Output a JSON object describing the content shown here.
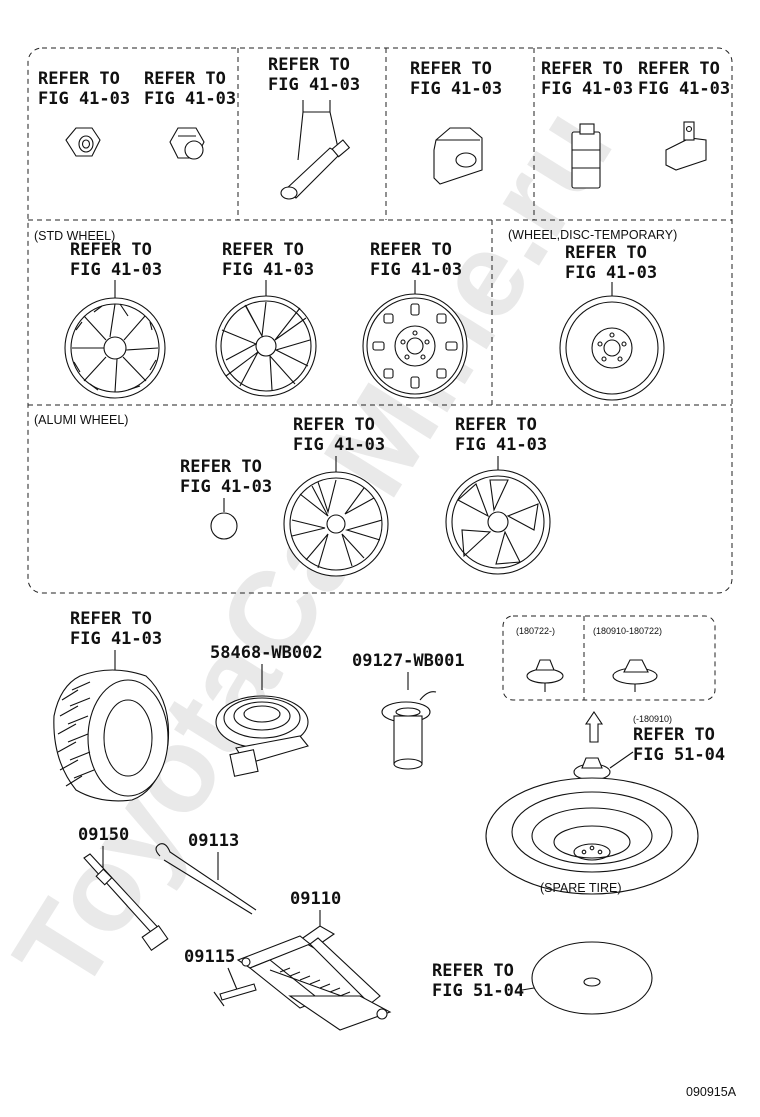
{
  "watermark": "ToyotaCarMine.ru",
  "refer_fig_41_03": [
    "REFER TO",
    "FIG 41-03"
  ],
  "refer_fig_51_04": [
    "REFER TO",
    "FIG 51-04"
  ],
  "section_labels": {
    "std_wheel": "(STD WHEEL)",
    "temporary_wheel": "(WHEEL,DISC-TEMPORARY)",
    "alumi_wheel": "(ALUMI WHEEL)"
  },
  "part_numbers": {
    "tie_down_strap": "58468-WB002",
    "cylinder": "09127-WB001",
    "handle_wrench": "09150",
    "jack_handle": "09113",
    "jack": "09110",
    "jack_handle_ext": "09115"
  },
  "date_ranges": {
    "range_a": "(180722-)",
    "range_b": "(180910-180722)",
    "range_c": "(-180910)"
  },
  "spare_tire_label": "(SPARE TIRE)",
  "diagram_code": "090915A"
}
